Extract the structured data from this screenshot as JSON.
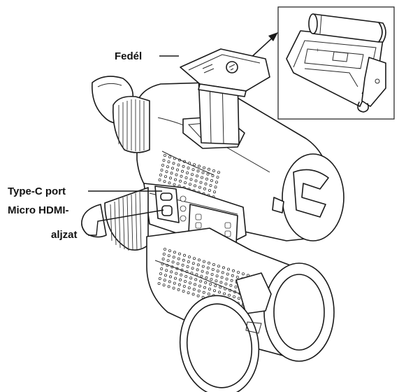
{
  "labels": {
    "lid": "Fedél",
    "type_c": "Type-C port",
    "micro_hdmi_line1": "Micro HDMI-",
    "micro_hdmi_line2": "aljzat"
  },
  "icons": [
    "battery-icon"
  ]
}
